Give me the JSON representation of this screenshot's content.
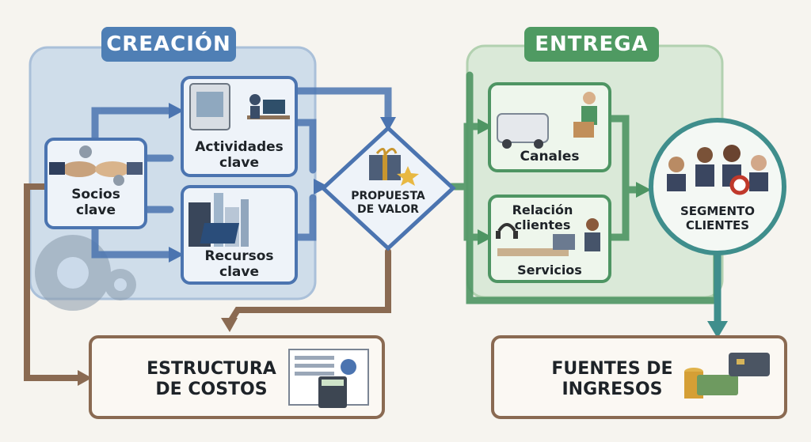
{
  "sections": {
    "creation": {
      "title": "CREACIÓN",
      "color": "#4f7fb5"
    },
    "delivery": {
      "title": "ENTREGA",
      "color": "#4f9a62"
    }
  },
  "blocks": {
    "socios": {
      "line1": "Socios",
      "line2": "clave"
    },
    "actividades": {
      "line1": "Actividades",
      "line2": "clave"
    },
    "recursos": {
      "line1": "Recursos",
      "line2": "clave"
    },
    "propuesta": {
      "line1": "PROPUESTA",
      "line2": "DE VALOR"
    },
    "canales": {
      "label": "Canales"
    },
    "relacion": {
      "line1": "Relación",
      "line2": "clientes",
      "sub": "Servicios"
    },
    "segmento": {
      "line1": "SEGMENTO",
      "line2": "CLIENTES"
    },
    "costos": {
      "line1": "ESTRUCTURA",
      "line2": "DE COSTOS"
    },
    "ingresos": {
      "line1": "FUENTES DE",
      "line2": "INGRESOS"
    }
  },
  "colors": {
    "blue": "#4b74b0",
    "green": "#4e9563",
    "brown": "#8a6a52",
    "teal": "#3f8e8c"
  }
}
